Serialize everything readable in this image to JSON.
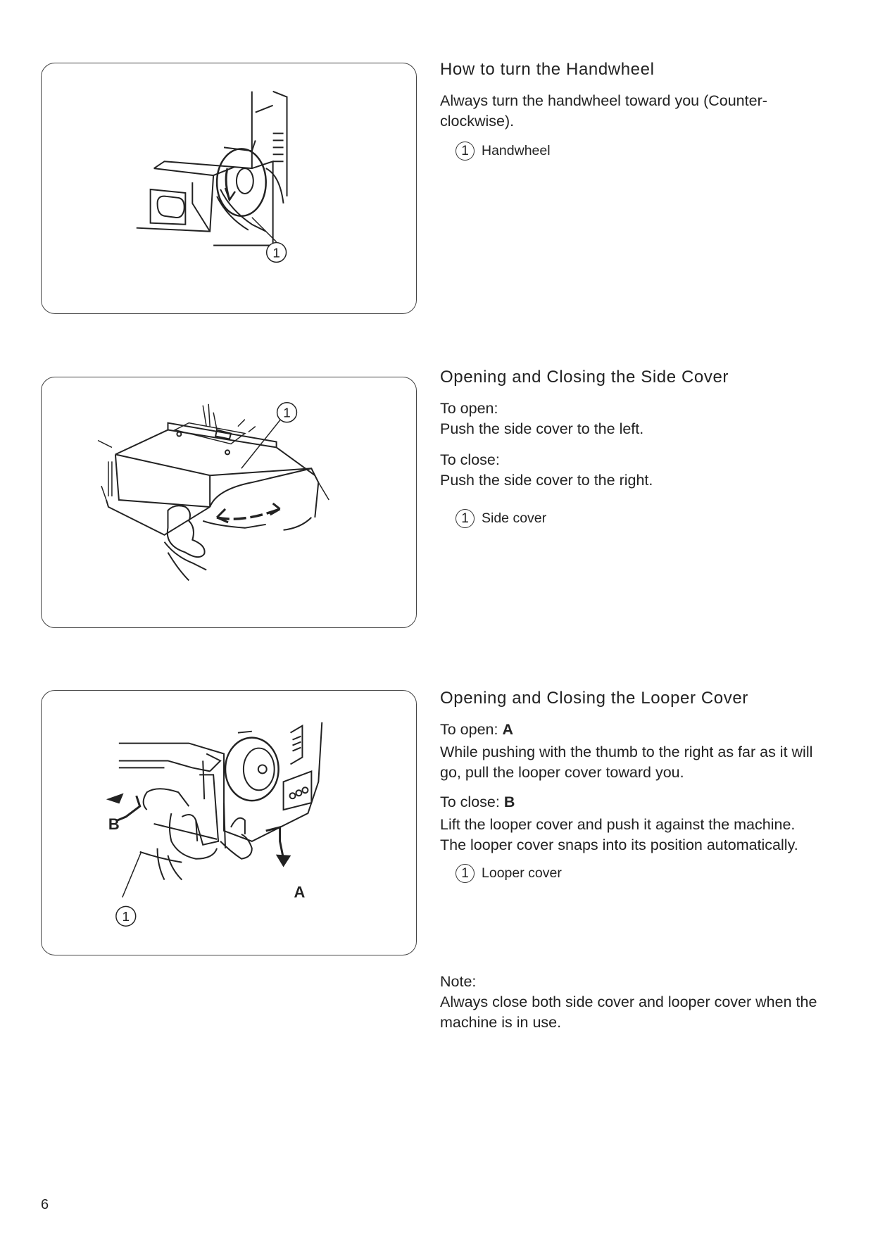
{
  "sections": [
    {
      "heading": "How to turn the Handwheel",
      "paragraphs": [
        "Always turn the handwheel toward you (Counter-clockwise)."
      ],
      "legend": {
        "num": "1",
        "label": "Handwheel"
      },
      "figure_callout": "1"
    },
    {
      "heading": "Opening and Closing the Side Cover",
      "open_label": "To open:",
      "open_text": "Push the side cover to the left.",
      "close_label": "To close:",
      "close_text": "Push the side cover to the right.",
      "legend": {
        "num": "1",
        "label": "Side cover"
      },
      "figure_callout": "1"
    },
    {
      "heading": "Opening and Closing the Looper Cover",
      "open_label": "To open:",
      "open_key": "A",
      "open_text": "While pushing with the thumb to the right as far as it will go, pull the looper cover toward you.",
      "close_label": "To close:",
      "close_key": "B",
      "close_text_1": "Lift the looper cover and push it against the machine.",
      "close_text_2": "The looper cover snaps into its position automatically.",
      "legend": {
        "num": "1",
        "label": "Looper cover"
      },
      "figure_callout": "1",
      "figure_label_a": "A",
      "figure_label_b": "B"
    }
  ],
  "note": {
    "label": "Note:",
    "text": "Always close both side cover and looper cover when the machine is in use."
  },
  "page_number": "6"
}
